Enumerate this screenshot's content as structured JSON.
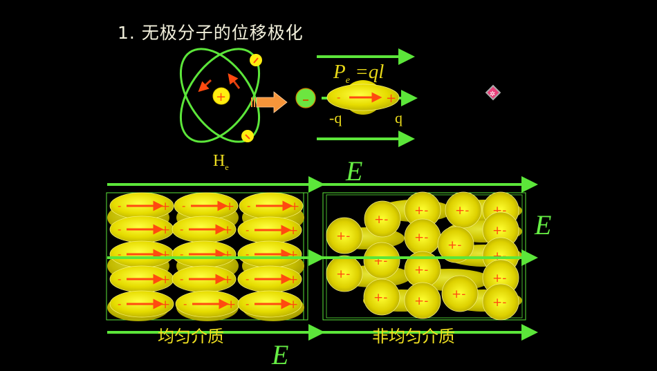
{
  "slide": {
    "title": "1. 无极分子的位移极化",
    "atom_label": {
      "main": "H",
      "sub": "e"
    },
    "formula": {
      "lhs": "P",
      "lhs_sub": "e",
      "rhs": "=ql"
    },
    "charge_neg_label": "-q",
    "charge_pos_label": "q",
    "electron_sign": "-",
    "nucleus_sign": "+",
    "field_label": "E",
    "uniform_caption": "均匀介质",
    "nonuniform_caption": "非均匀介质",
    "dipole_neg": "-",
    "dipole_pos": "+",
    "sphere_label": "+-",
    "nav_icon": "slide-nav-diamond-icon"
  },
  "colors": {
    "background": "#000000",
    "field_green": "#5ce63a",
    "molecule_yellow": "#e8e000",
    "dipole_red": "#ff4a10",
    "title_text": "#f2f0dc",
    "arrow_orange": "#f7953a",
    "nav_pink": "#e8407a"
  }
}
